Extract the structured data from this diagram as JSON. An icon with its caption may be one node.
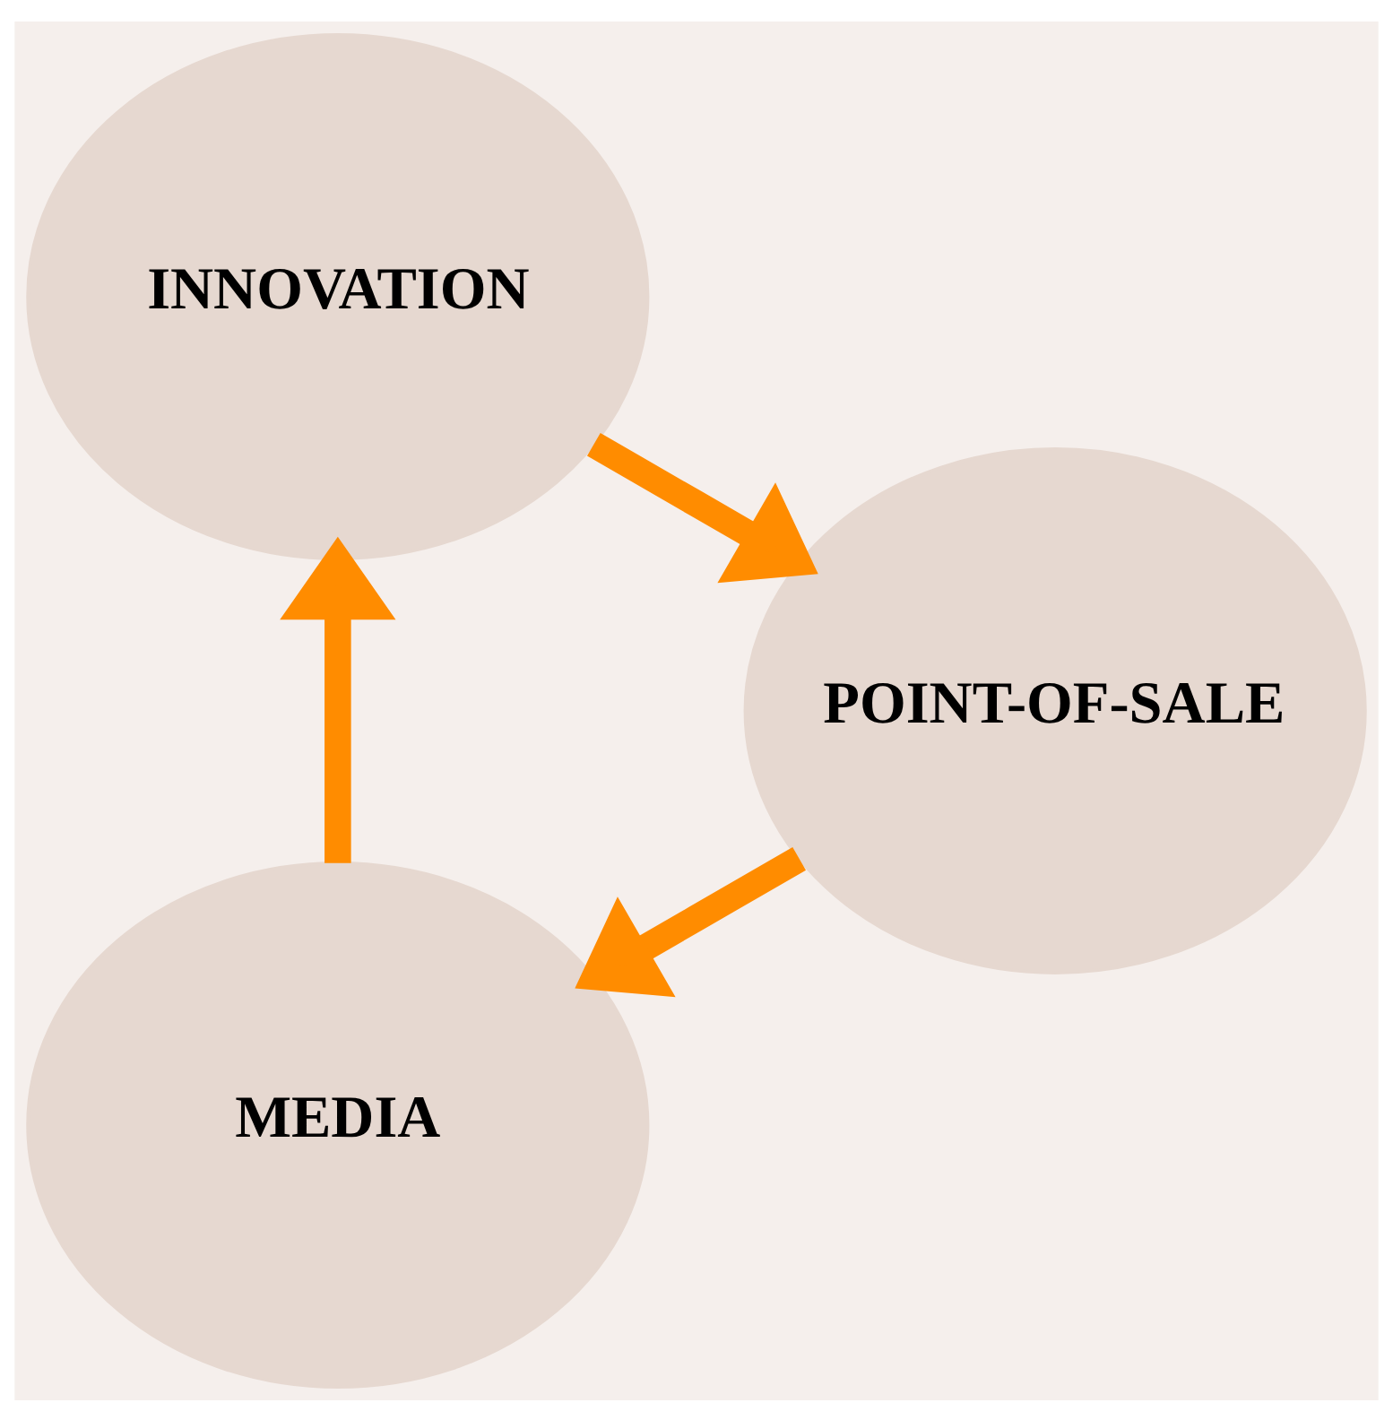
{
  "diagram": {
    "nodes": [
      {
        "text": [
          "MEDIA"
        ]
      },
      {
        "text": [
          "INNOVATION"
        ]
      },
      {
        "text": [
          "POINT-OF-SALE"
        ]
      }
    ],
    "edges": [
      {
        "from": 0,
        "to": 1,
        "arrow": "to"
      },
      {
        "from": 1,
        "to": 2,
        "arrow": "to"
      },
      {
        "from": 2,
        "to": 0,
        "arrow": "to"
      }
    ]
  }
}
